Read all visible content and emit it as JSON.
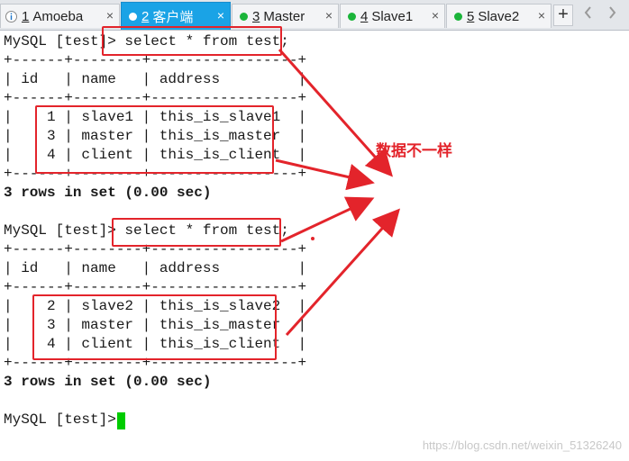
{
  "tabs": [
    {
      "num": "1",
      "label": "Amoeba",
      "active": false,
      "icon": "info-icon"
    },
    {
      "num": "2",
      "label": "客户端",
      "active": true,
      "icon": "status-dot-icon"
    },
    {
      "num": "3",
      "label": "Master",
      "active": false,
      "icon": "status-dot-icon"
    },
    {
      "num": "4",
      "label": "Slave1",
      "active": false,
      "icon": "status-dot-icon"
    },
    {
      "num": "5",
      "label": "Slave2",
      "active": false,
      "icon": "status-dot-icon"
    }
  ],
  "tab_close_glyph": "×",
  "tab_add_glyph": "+",
  "colors": {
    "accent": "#1aa3e6",
    "annotation": "#e3242b",
    "cursor": "#00cc00",
    "status_dot": "#1bb43a"
  },
  "terminal": {
    "lines": [
      "MySQL [test]> select * from test;",
      "+------+--------+-----------------+",
      "| id   | name   | address         |",
      "+------+--------+-----------------+",
      "|    1 | slave1 | this_is_slave1  |",
      "|    3 | master | this_is_master  |",
      "|    4 | client | this_is_client  |",
      "+------+--------+-----------------+",
      "3 rows in set (0.00 sec)",
      "",
      "MySQL [test]> select * from test;",
      "+------+--------+-----------------+",
      "| id   | name   | address         |",
      "+------+--------+-----------------+",
      "|    2 | slave2 | this_is_slave2  |",
      "|    3 | master | this_is_master  |",
      "|    4 | client | this_is_client  |",
      "+------+--------+-----------------+",
      "3 rows in set (0.00 sec)",
      "",
      "MySQL [test]> "
    ]
  },
  "annotation": "数据不一样",
  "watermark": "https://blog.csdn.net/weixin_51326240"
}
